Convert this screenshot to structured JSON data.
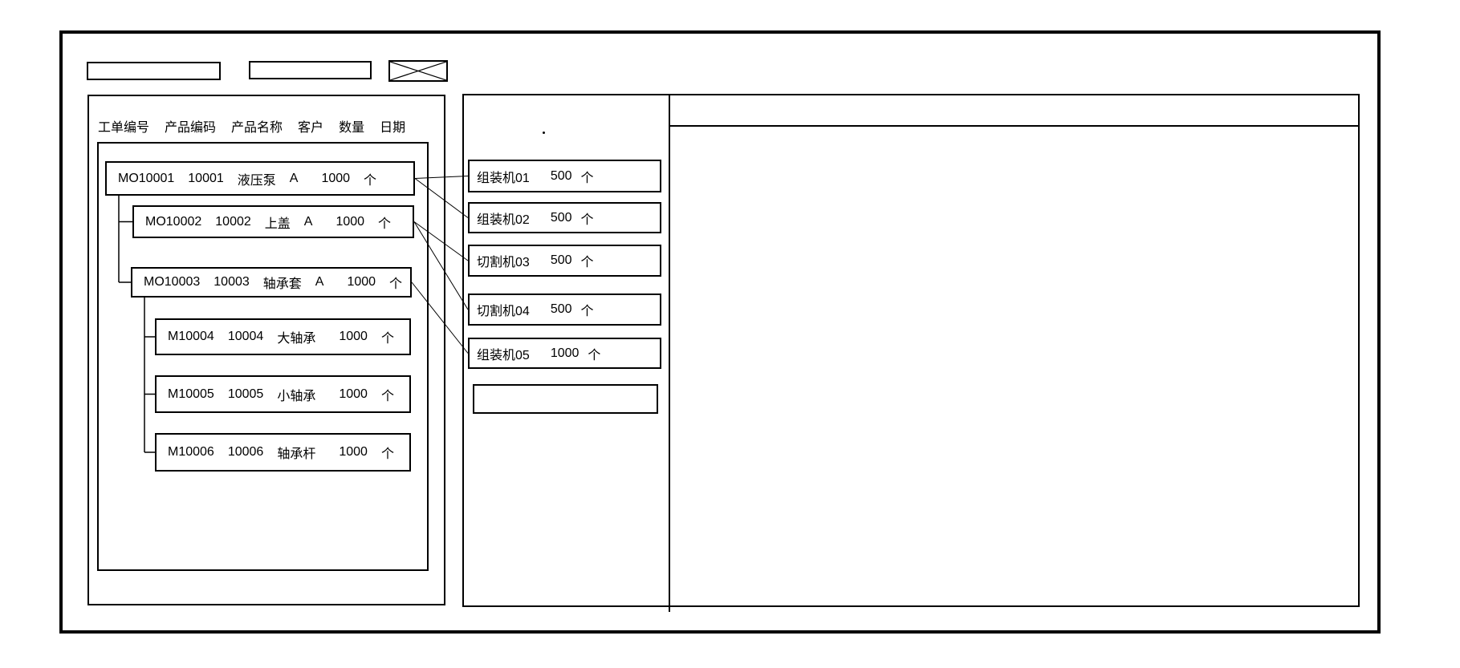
{
  "panels": {
    "work_orders": {
      "columns": [
        "工单编号",
        "产品编码",
        "产品名称",
        "客户",
        "数量",
        "日期"
      ],
      "orders": [
        {
          "id": "wo1",
          "order_no": "MO10001",
          "product_code": "10001",
          "product_name": "液压泵",
          "customer": "A",
          "qty": "1000",
          "unit": "个",
          "parent": ""
        },
        {
          "id": "wo2",
          "order_no": "MO10002",
          "product_code": "10002",
          "product_name": "上盖",
          "customer": "A",
          "qty": "1000",
          "unit": "个",
          "parent": "wo1"
        },
        {
          "id": "wo3",
          "order_no": "MO10003",
          "product_code": "10003",
          "product_name": "轴承套",
          "customer": "A",
          "qty": "1000",
          "unit": "个",
          "parent": "wo1"
        },
        {
          "id": "wo4",
          "order_no": "M10004",
          "product_code": "10004",
          "product_name": "大轴承",
          "customer": "",
          "qty": "1000",
          "unit": "个",
          "parent": "wo3"
        },
        {
          "id": "wo5",
          "order_no": "M10005",
          "product_code": "10005",
          "product_name": "小轴承",
          "customer": "",
          "qty": "1000",
          "unit": "个",
          "parent": "wo3"
        },
        {
          "id": "wo6",
          "order_no": "M10006",
          "product_code": "10006",
          "product_name": "轴承杆",
          "customer": "",
          "qty": "1000",
          "unit": "个",
          "parent": "wo3"
        }
      ]
    },
    "machines": {
      "items": [
        {
          "id": "m1",
          "name": "组装机01",
          "qty": "500",
          "unit": "个"
        },
        {
          "id": "m2",
          "name": "组装机02",
          "qty": "500",
          "unit": "个"
        },
        {
          "id": "m3",
          "name": "切割机03",
          "qty": "500",
          "unit": "个"
        },
        {
          "id": "m4",
          "name": "切割机04",
          "qty": "500",
          "unit": "个"
        },
        {
          "id": "m5",
          "name": "组装机05",
          "qty": "1000",
          "unit": "个"
        },
        {
          "id": "m6",
          "name": "",
          "qty": "",
          "unit": ""
        }
      ]
    }
  },
  "assignments": [
    {
      "from": "wo1",
      "to": "m1"
    },
    {
      "from": "wo1",
      "to": "m2"
    },
    {
      "from": "wo2",
      "to": "m3"
    },
    {
      "from": "wo2",
      "to": "m4"
    },
    {
      "from": "wo3",
      "to": "m5"
    }
  ],
  "icons": {
    "crossed_box": "x-cross"
  },
  "colors": {
    "line": "#000000",
    "border": "#000000",
    "background": "#ffffff"
  }
}
